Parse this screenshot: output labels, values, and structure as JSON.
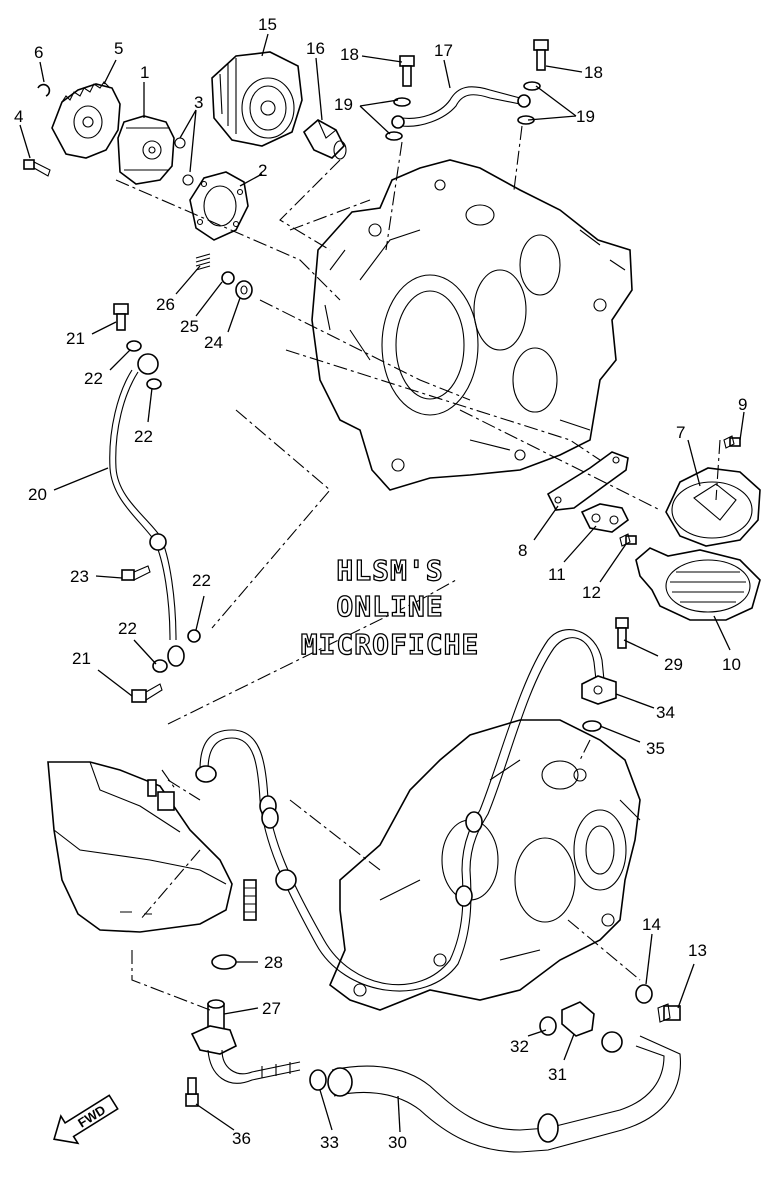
{
  "watermark": [
    "HLSM'S",
    "ONLINE",
    "MICROFICHE"
  ],
  "fwd_label": "FWD",
  "callouts": [
    {
      "id": "c6a",
      "text": "6"
    },
    {
      "id": "c5",
      "text": "5"
    },
    {
      "id": "c1",
      "text": "1"
    },
    {
      "id": "c3",
      "text": "3"
    },
    {
      "id": "c4",
      "text": "4"
    },
    {
      "id": "c15",
      "text": "15"
    },
    {
      "id": "c16",
      "text": "16"
    },
    {
      "id": "c18a",
      "text": "18"
    },
    {
      "id": "c17",
      "text": "17"
    },
    {
      "id": "c18b",
      "text": "18"
    },
    {
      "id": "c19a",
      "text": "19"
    },
    {
      "id": "c19b",
      "text": "19"
    },
    {
      "id": "c2",
      "text": "2"
    },
    {
      "id": "c26",
      "text": "26"
    },
    {
      "id": "c25",
      "text": "25"
    },
    {
      "id": "c24",
      "text": "24"
    },
    {
      "id": "c21a",
      "text": "21"
    },
    {
      "id": "c22a",
      "text": "22"
    },
    {
      "id": "c22b",
      "text": "22"
    },
    {
      "id": "c20",
      "text": "20"
    },
    {
      "id": "c9",
      "text": "9"
    },
    {
      "id": "c7",
      "text": "7"
    },
    {
      "id": "c8",
      "text": "8"
    },
    {
      "id": "c11",
      "text": "11"
    },
    {
      "id": "c12",
      "text": "12"
    },
    {
      "id": "c10",
      "text": "10"
    },
    {
      "id": "c23",
      "text": "23"
    },
    {
      "id": "c22c",
      "text": "22"
    },
    {
      "id": "c22d",
      "text": "22"
    },
    {
      "id": "c21b",
      "text": "21"
    },
    {
      "id": "c29",
      "text": "29"
    },
    {
      "id": "c34",
      "text": "34"
    },
    {
      "id": "c35",
      "text": "35"
    },
    {
      "id": "c14",
      "text": "14"
    },
    {
      "id": "c13",
      "text": "13"
    },
    {
      "id": "c28",
      "text": "28"
    },
    {
      "id": "c27",
      "text": "27"
    },
    {
      "id": "c32",
      "text": "32"
    },
    {
      "id": "c31",
      "text": "31"
    },
    {
      "id": "c36",
      "text": "36"
    },
    {
      "id": "c33",
      "text": "33"
    },
    {
      "id": "c30",
      "text": "30"
    }
  ]
}
